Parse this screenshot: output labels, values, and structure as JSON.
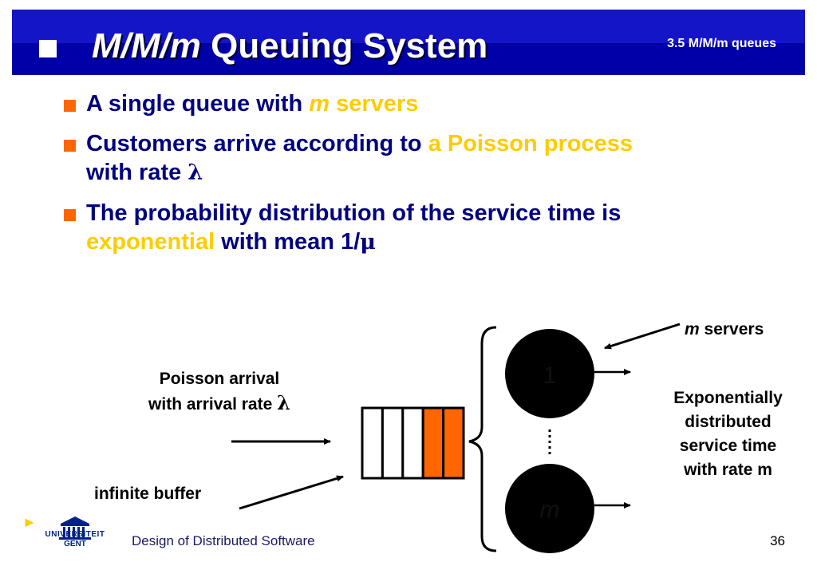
{
  "header": {
    "title_italic": "M/M/m",
    "title_rest": " Queuing System",
    "section": "3.5 M/M/m queues"
  },
  "bullets": [
    {
      "parts": [
        "A single queue with ",
        "m",
        " servers"
      ]
    },
    {
      "parts": [
        "Customers arrive according to ",
        "a Poisson process",
        " with rate ",
        "λ"
      ]
    },
    {
      "parts": [
        "The probability distribution of the service time is ",
        "exponential",
        " with mean 1/",
        "μ"
      ]
    }
  ],
  "diagram": {
    "arrival_line1": "Poisson arrival",
    "arrival_line2": "with arrival rate ",
    "arrival_symbol": "λ",
    "buffer_label": "infinite buffer",
    "servers_italic": "m",
    "servers_rest": " servers",
    "server_top": "1",
    "server_bottom": "m",
    "service_lines": [
      "Exponentially",
      "distributed",
      "service time",
      "with rate m"
    ],
    "queue_slots_total": 5,
    "queue_slots_filled": 2,
    "colors": {
      "filled_slot": "#ff6600",
      "server": "#000000"
    }
  },
  "footer": {
    "course": "Design of Distributed Software",
    "page": "36",
    "logo_line1": "UNIVERSITEIT",
    "logo_line2": "GENT"
  }
}
